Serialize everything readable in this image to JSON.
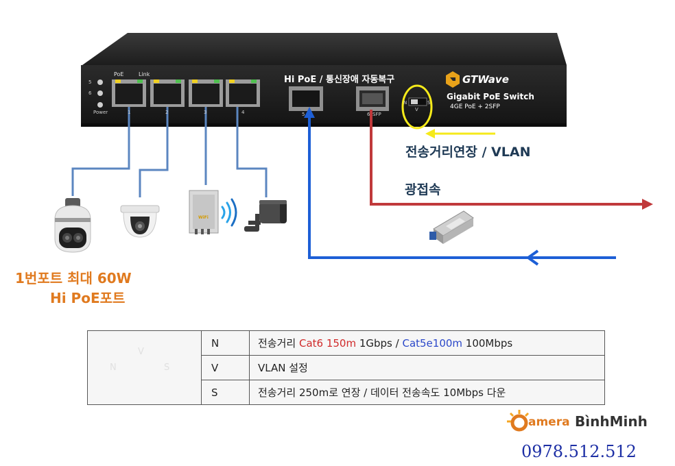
{
  "switch": {
    "header_label": "Hi PoE / 통신장애 자동복구",
    "poe_label": "PoE",
    "link_label": "Link",
    "led_numbers": [
      "5",
      "6"
    ],
    "power_label": "Power",
    "port_numbers": [
      "1",
      "2",
      "3",
      "4"
    ],
    "sfp_numbers": [
      "5",
      "6"
    ],
    "sfp_suffix": "SFP",
    "brand": "GTWave",
    "model": "Gigabit PoE Switch",
    "model_sub": "4GE PoE + 2SFP",
    "dip_labels": {
      "n": "N",
      "v": "V",
      "s": "S"
    }
  },
  "labels": {
    "distance_vlan": "전송거리연장  / VLAN",
    "optical": "광접속",
    "port1_line1": "1번포트 최대 60W",
    "port1_line2": "Hi PoE포트"
  },
  "devices": [
    {
      "name": "ptz-camera-icon"
    },
    {
      "name": "dome-camera-icon"
    },
    {
      "name": "wifi-ap-icon",
      "badge": "WiFi"
    },
    {
      "name": "bullet-camera-icon"
    },
    {
      "name": "sfp-module-icon"
    }
  ],
  "legend": {
    "switch_labels": {
      "n": "N",
      "v": "V",
      "s": "S"
    },
    "rows": [
      {
        "mode": "N",
        "desc_parts": [
          {
            "text": "전송거리  ",
            "style": "normal"
          },
          {
            "text": "Cat6 150m",
            "style": "red"
          },
          {
            "text": "  1Gbps /  ",
            "style": "normal"
          },
          {
            "text": "Cat5e100m",
            "style": "blue"
          },
          {
            "text": "  100Mbps",
            "style": "normal"
          }
        ]
      },
      {
        "mode": "V",
        "desc_parts": [
          {
            "text": "VLAN 설정",
            "style": "normal"
          }
        ]
      },
      {
        "mode": "S",
        "desc_parts": [
          {
            "text": "전송거리 250m로 연장 / 데이터 전송속도 10Mbps 다운",
            "style": "normal"
          }
        ]
      }
    ]
  },
  "footer": {
    "brand_a": "amera",
    "brand_b": "BìnhMinh",
    "phone": "0978.512.512"
  },
  "colors": {
    "switch_body": "#2a2a2a",
    "cable_gray_blue": "#5b86c0",
    "fiber_blue": "#1d5fd6",
    "fiber_red": "#c0393b",
    "highlight_yellow": "#f5ea1a",
    "accent_orange": "#e07a1f"
  }
}
